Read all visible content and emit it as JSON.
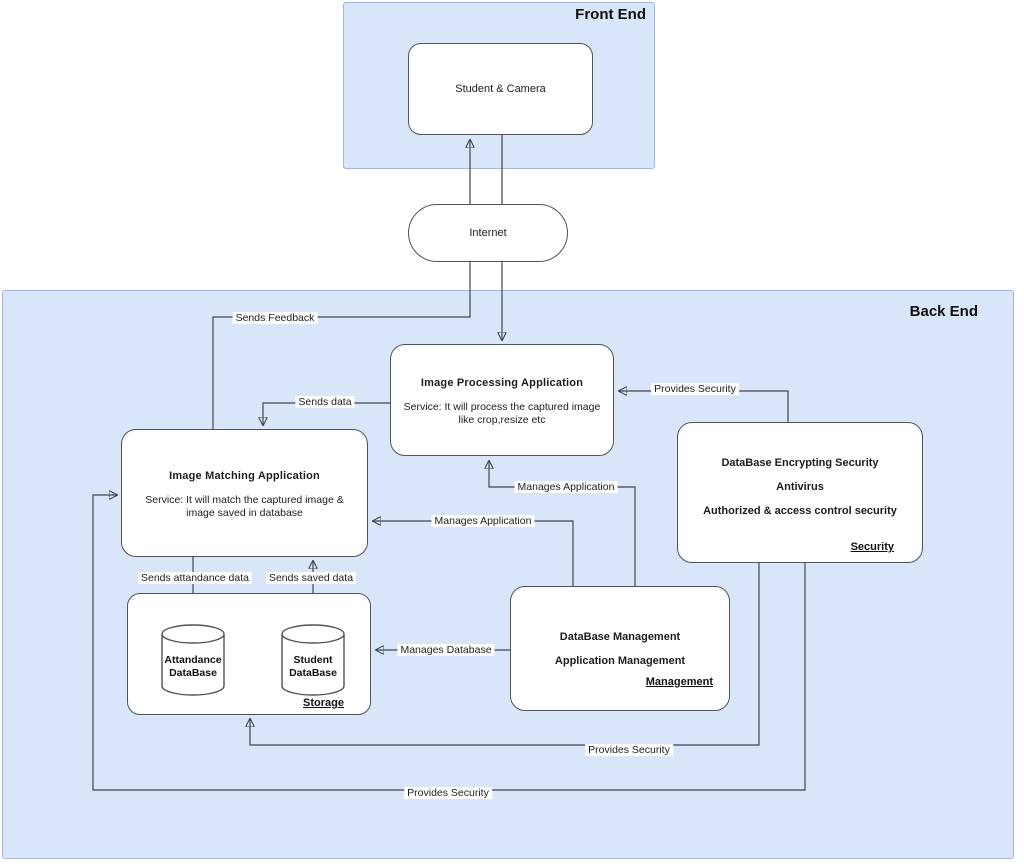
{
  "colors": {
    "panel_fill": "#d9e5f8",
    "panel_border": "#a6b7d4",
    "node_border": "#4d545c",
    "connector": "#40464e",
    "text": "#1d1d1d"
  },
  "front_end": {
    "title": "Front End",
    "student_camera": "Student & Camera"
  },
  "internet": {
    "label": "Internet"
  },
  "back_end": {
    "title": "Back End",
    "image_processing": {
      "title": "Image Processing  Application",
      "service": "Service: It will process the captured image like crop,resize etc"
    },
    "image_matching": {
      "title": "Image Matching  Application",
      "service": "Service: It will match the captured image & image saved in database"
    },
    "security": {
      "line1": "DataBase Encrypting Security",
      "line2": "Antivirus",
      "line3": "Authorized & access control security",
      "tag": "Security"
    },
    "management": {
      "line1": "DataBase Management",
      "line2": "Application Management",
      "tag": "Management"
    },
    "storage": {
      "db1_line1": "Attandance",
      "db1_line2": "DataBase",
      "db2_line1": "Student",
      "db2_line2": "DataBase",
      "tag": "Storage"
    }
  },
  "edges": {
    "sends_feedback": "Sends Feedback",
    "sends_data": "Sends data",
    "provides_security_top": "Provides Security",
    "manages_application_top": "Manages Application",
    "manages_application_left": "Manages Application",
    "manages_database": "Manages Database",
    "sends_attandance_data": "Sends attandance data",
    "sends_saved_data": "Sends saved data",
    "provides_security_storage": "Provides Security",
    "provides_security_matching": "Provides Security"
  }
}
